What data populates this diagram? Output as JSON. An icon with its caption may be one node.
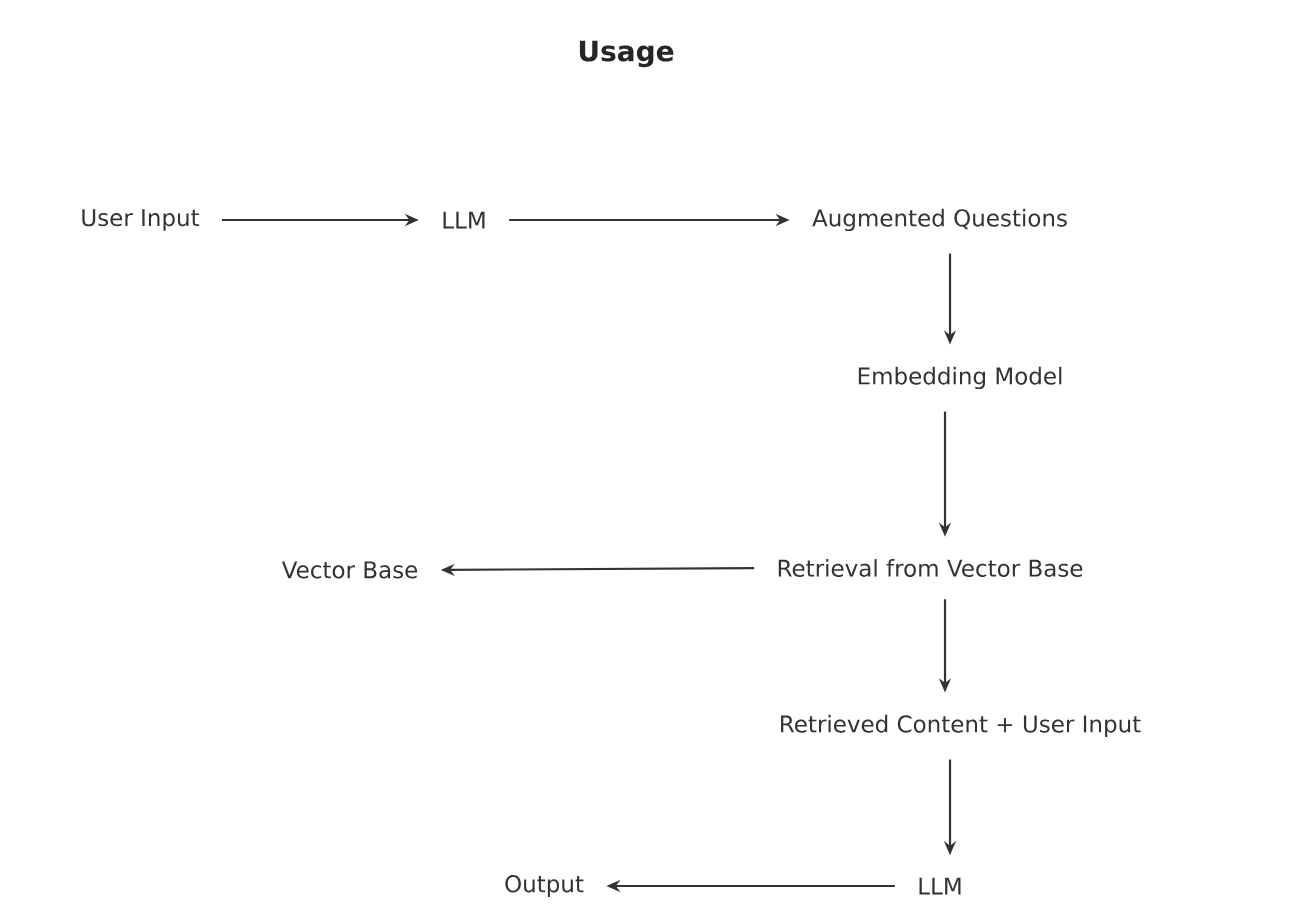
{
  "diagram": {
    "title": "Usage",
    "nodes": [
      {
        "text": [
          "User Input"
        ]
      },
      {
        "text": [
          "LLM"
        ]
      },
      {
        "text": [
          "Augmented Questions"
        ]
      },
      {
        "text": [
          "Embedding Model"
        ]
      },
      {
        "text": [
          "Retrieval from Vector Base"
        ]
      },
      {
        "text": [
          "Vector Base"
        ]
      },
      {
        "text": [
          "Retrieved Content + User Input"
        ]
      },
      {
        "text": [
          "LLM"
        ]
      },
      {
        "text": [
          "Output"
        ]
      }
    ],
    "edges": [
      {
        "from": 0,
        "to": 1,
        "arrow": "to"
      },
      {
        "from": 1,
        "to": 2,
        "arrow": "to"
      },
      {
        "from": 2,
        "to": 3,
        "arrow": "to"
      },
      {
        "from": 3,
        "to": 4,
        "arrow": "to"
      },
      {
        "from": 4,
        "to": 5,
        "arrow": "to"
      },
      {
        "from": 4,
        "to": 6,
        "arrow": "to"
      },
      {
        "from": 6,
        "to": 7,
        "arrow": "to"
      },
      {
        "from": 7,
        "to": 8,
        "arrow": "to"
      }
    ]
  }
}
